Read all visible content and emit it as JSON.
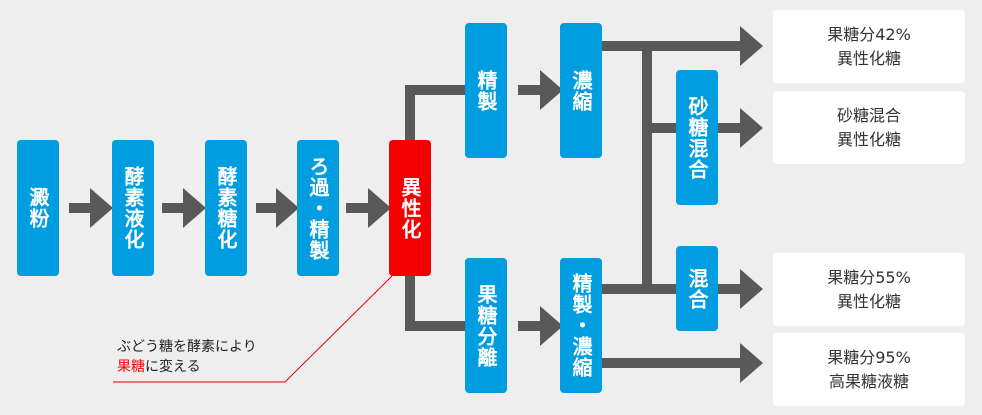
{
  "diagram": {
    "title": "",
    "colors": {
      "process_box": "#009de0",
      "highlight_box": "#f40000",
      "arrow": "#595959",
      "output_box": "#ffffff",
      "background": "#eeeeee",
      "callout_line": "#e00000"
    },
    "steps": {
      "starch": "澱粉",
      "liquefaction": "酵素液化",
      "saccharification": "酵素糖化",
      "filtration": "ろ過・精製",
      "isomerization": "異性化",
      "refining": "精製",
      "concentration": "濃縮",
      "fructose_separation": "果糖分離",
      "refine_concentrate": "精製・濃縮",
      "sugar_mixing": "砂糖混合",
      "mixing": "混合"
    },
    "outputs": [
      {
        "line1": "果糖分42%",
        "line2": "異性化糖"
      },
      {
        "line1": "砂糖混合",
        "line2": "異性化糖"
      },
      {
        "line1": "果糖分55%",
        "line2": "異性化糖"
      },
      {
        "line1": "果糖分95%",
        "line2": "高果糖液糖"
      }
    ],
    "note": {
      "line1": "ぶどう糖を酵素により",
      "line2_highlight": "果糖",
      "line2_rest": "に変える"
    }
  }
}
